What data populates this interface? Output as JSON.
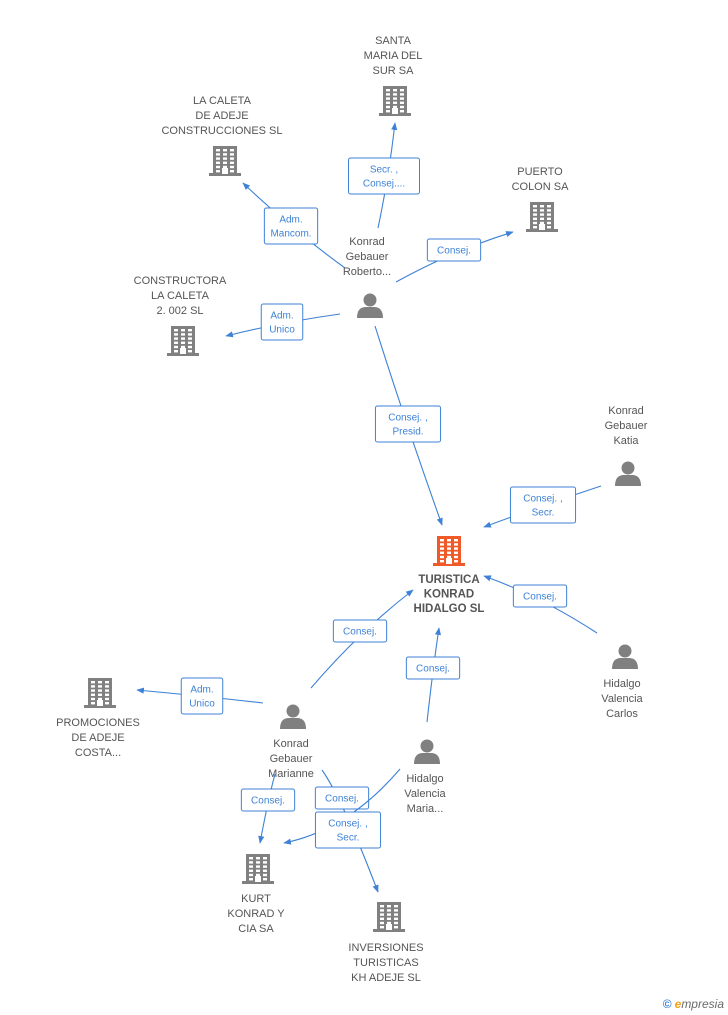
{
  "colors": {
    "company": "#808080",
    "main_company": "#f05a28",
    "person": "#808080",
    "edge": "#3d82d6"
  },
  "nodes": [
    {
      "id": "main",
      "type": "company",
      "main": true,
      "label": [
        "TURISTICA",
        "KONRAD",
        "HIDALGO SL"
      ]
    },
    {
      "id": "santa",
      "type": "company",
      "label": [
        "SANTA",
        "MARIA DEL",
        "SUR SA"
      ]
    },
    {
      "id": "caleta",
      "type": "company",
      "label": [
        "LA CALETA",
        "DE ADEJE",
        "CONSTRUCCIONES SL"
      ]
    },
    {
      "id": "puerto",
      "type": "company",
      "label": [
        "PUERTO",
        "COLON SA"
      ]
    },
    {
      "id": "constructora",
      "type": "company",
      "label": [
        "CONSTRUCTORA",
        "LA CALETA",
        "2. 002 SL"
      ]
    },
    {
      "id": "promociones",
      "type": "company",
      "label": [
        "PROMOCIONES",
        "DE ADEJE",
        "COSTA..."
      ]
    },
    {
      "id": "kurt",
      "type": "company",
      "label": [
        "KURT",
        "KONRAD Y",
        "CIA SA"
      ]
    },
    {
      "id": "inversiones",
      "type": "company",
      "label": [
        "INVERSIONES",
        "TURISTICAS",
        "KH ADEJE SL"
      ]
    },
    {
      "id": "roberto",
      "type": "person",
      "label": [
        "Konrad",
        "Gebauer",
        "Roberto..."
      ]
    },
    {
      "id": "katia",
      "type": "person",
      "label": [
        "Konrad",
        "Gebauer",
        "Katia"
      ]
    },
    {
      "id": "carlos",
      "type": "person",
      "label": [
        "Hidalgo",
        "Valencia",
        "Carlos"
      ]
    },
    {
      "id": "marianne",
      "type": "person",
      "label": [
        "Konrad",
        "Gebauer",
        "Marianne"
      ]
    },
    {
      "id": "maria",
      "type": "person",
      "label": [
        "Hidalgo",
        "Valencia",
        "Maria..."
      ]
    }
  ],
  "edges": [
    {
      "id": "e_santa",
      "from": "roberto",
      "to": "santa",
      "label": [
        "Secr. ,",
        "Consej...."
      ]
    },
    {
      "id": "e_caleta",
      "from": "roberto",
      "to": "caleta",
      "label": [
        "Adm.",
        "Mancom."
      ]
    },
    {
      "id": "e_puerto",
      "from": "roberto",
      "to": "puerto",
      "label": [
        "Consej."
      ]
    },
    {
      "id": "e_constructora",
      "from": "roberto",
      "to": "constructora",
      "label": [
        "Adm.",
        "Unico"
      ]
    },
    {
      "id": "e_roberto_main",
      "from": "roberto",
      "to": "main",
      "label": [
        "Consej. ,",
        "Presid."
      ]
    },
    {
      "id": "e_katia_main",
      "from": "katia",
      "to": "main",
      "label": [
        "Consej. ,",
        "Secr."
      ]
    },
    {
      "id": "e_carlos_main",
      "from": "carlos",
      "to": "main",
      "label": [
        "Consej."
      ]
    },
    {
      "id": "e_marianne_main",
      "from": "marianne",
      "to": "main",
      "label": [
        "Consej."
      ]
    },
    {
      "id": "e_maria_main",
      "from": "maria",
      "to": "main",
      "label": [
        "Consej."
      ]
    },
    {
      "id": "e_promociones",
      "from": "marianne",
      "to": "promociones",
      "label": [
        "Adm.",
        "Unico"
      ]
    },
    {
      "id": "e_marianne_kurt",
      "from": "marianne",
      "to": "kurt",
      "label": [
        "Consej."
      ]
    },
    {
      "id": "e_marianne_inv",
      "from": "marianne",
      "to": "inversiones",
      "label": [
        "Consej."
      ]
    },
    {
      "id": "e_maria_kurt",
      "from": "maria",
      "to": "kurt",
      "label": [
        "Consej. ,",
        "Secr."
      ]
    }
  ],
  "footer": {
    "copyright": "©",
    "brand_first": "e",
    "brand_rest": "mpresia"
  }
}
